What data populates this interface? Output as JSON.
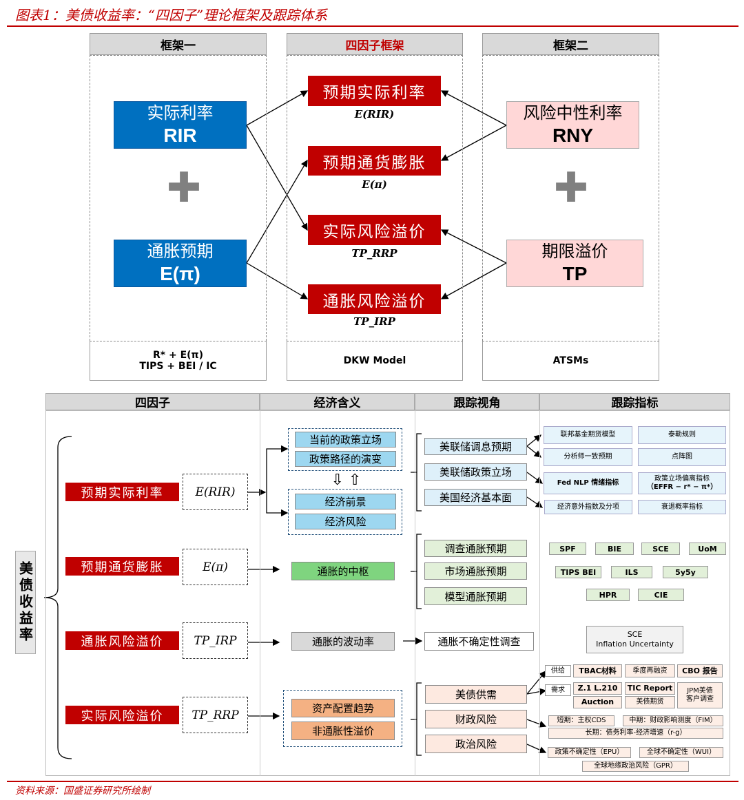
{
  "title": "图表1：美债收益率：“四因子”理论框架及跟踪体系",
  "top": {
    "col_headers": [
      "框架一",
      "四因子框架",
      "框架二"
    ],
    "rir": {
      "cn": "实际利率",
      "en": "RIR"
    },
    "epi": {
      "cn": "通胀预期",
      "en": "E(π)"
    },
    "factors": [
      {
        "cn": "预期实际利率",
        "sym": "E(RIR)"
      },
      {
        "cn": "预期通货膨胀",
        "sym": "E(π)"
      },
      {
        "cn": "实际风险溢价",
        "sym": "TP_RRP"
      },
      {
        "cn": "通胀风险溢价",
        "sym": "TP_IRP"
      }
    ],
    "rny": {
      "cn": "风险中性利率",
      "en": "RNY"
    },
    "tp": {
      "cn": "期限溢价",
      "en": "TP"
    },
    "plus": "✚",
    "bottom": {
      "f1_line1": "R* + E(π)",
      "f1_line2": "TIPS + BEI / IC",
      "f2": "DKW Model",
      "f3": "ATSMs"
    }
  },
  "table": {
    "headers": [
      "四因子",
      "经济含义",
      "跟踪视角",
      "跟踪指标"
    ],
    "vertical_label": "美债收益率",
    "factors": [
      {
        "cn": "预期实际利率",
        "sym": "E(RIR)"
      },
      {
        "cn": "预期通货膨胀",
        "sym": "E(π)"
      },
      {
        "cn": "通胀风险溢价",
        "sym": "TP_IRP"
      },
      {
        "cn": "实际风险溢价",
        "sym": "TP_RRP"
      }
    ],
    "meaning": {
      "policy": [
        "当前的政策立场",
        "政策路径的演变"
      ],
      "arrows": "⇩ ⇧",
      "econ": [
        "经济前景",
        "经济风险"
      ],
      "inflation_center": "通胀的中枢",
      "inflation_vol": "通胀的波动率",
      "rrp": [
        "资产配置趋势",
        "非通胀性溢价"
      ]
    },
    "perspective": {
      "rir": [
        "美联储调息预期",
        "美联储政策立场",
        "美国经济基本面"
      ],
      "infl": [
        "调查通胀预期",
        "市场通胀预期",
        "模型通胀预期"
      ],
      "irp": "通胀不确定性调查",
      "rrp": [
        "美债供需",
        "财政风险",
        "政治风险"
      ]
    },
    "indicators": {
      "rir": [
        "联邦基金期货模型",
        "泰勒规则",
        "分析师一致预期",
        "点阵图",
        "Fed NLP 情绪指标",
        "政策立场偏离指标",
        "（EFFR − r* − π*）",
        "经济意外指数及分项",
        "衰退概率指标"
      ],
      "infl": [
        "SPF",
        "BIE",
        "SCE",
        "UoM",
        "TIPS BEI",
        "ILS",
        "5y5y",
        "HPR",
        "CIE"
      ],
      "irp": [
        "SCE",
        "Inflation Uncertainty"
      ],
      "supply_label": "供给",
      "demand_label": "需求",
      "supply": [
        "TBAC材料",
        "季度再融资",
        "CBO 报告"
      ],
      "demand": [
        "Z.1  L.210",
        "TIC Report",
        "Auction",
        "美债期货",
        "JPM美债",
        "客户调查"
      ],
      "fiscal": [
        "短期：主权CDS",
        "中期：财政影响测度（FIM）",
        "长期：债务利率-经济增速（r-g）"
      ],
      "political": [
        "政策不确定性（EPU）",
        "全球不确定性（WUI）",
        "全球地缘政治风险（GPR）"
      ]
    }
  },
  "source": "资料来源：国盛证券研究所绘制"
}
